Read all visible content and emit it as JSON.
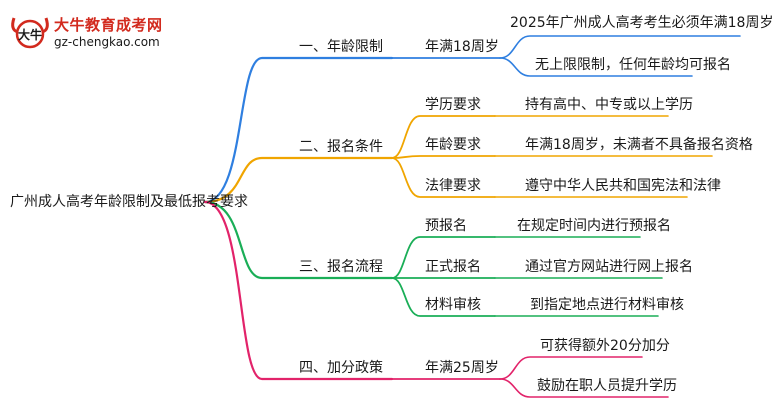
{
  "watermark": {
    "site_name": "大牛教育成考网",
    "url": "gz-chengkao.com",
    "logo_text": "大牛"
  },
  "mindmap": {
    "root": "广州成人高考年龄限制及最低报考要求",
    "branches": [
      {
        "label": "一、年龄限制",
        "color": "#2f7fe0",
        "children": [
          {
            "label": "年满18周岁",
            "children": [
              "2025年广州成人高考考生必须年满18周岁",
              "无上限限制，任何年龄均可报名"
            ]
          }
        ]
      },
      {
        "label": "二、报名条件",
        "color": "#f0a500",
        "children": [
          {
            "label": "学历要求",
            "children": [
              "持有高中、中专或以上学历"
            ]
          },
          {
            "label": "年龄要求",
            "children": [
              "年满18周岁，未满者不具备报名资格"
            ]
          },
          {
            "label": "法律要求",
            "children": [
              "遵守中华人民共和国宪法和法律"
            ]
          }
        ]
      },
      {
        "label": "三、报名流程",
        "color": "#1aae57",
        "children": [
          {
            "label": "预报名",
            "children": [
              "在规定时间内进行预报名"
            ]
          },
          {
            "label": "正式报名",
            "children": [
              "通过官方网站进行网上报名"
            ]
          },
          {
            "label": "材料审核",
            "children": [
              "到指定地点进行材料审核"
            ]
          }
        ]
      },
      {
        "label": "四、加分政策",
        "color": "#e2236a",
        "children": [
          {
            "label": "年满25周岁",
            "children": [
              "可获得额外20分加分",
              "鼓励在职人员提升学历"
            ]
          }
        ]
      }
    ]
  }
}
